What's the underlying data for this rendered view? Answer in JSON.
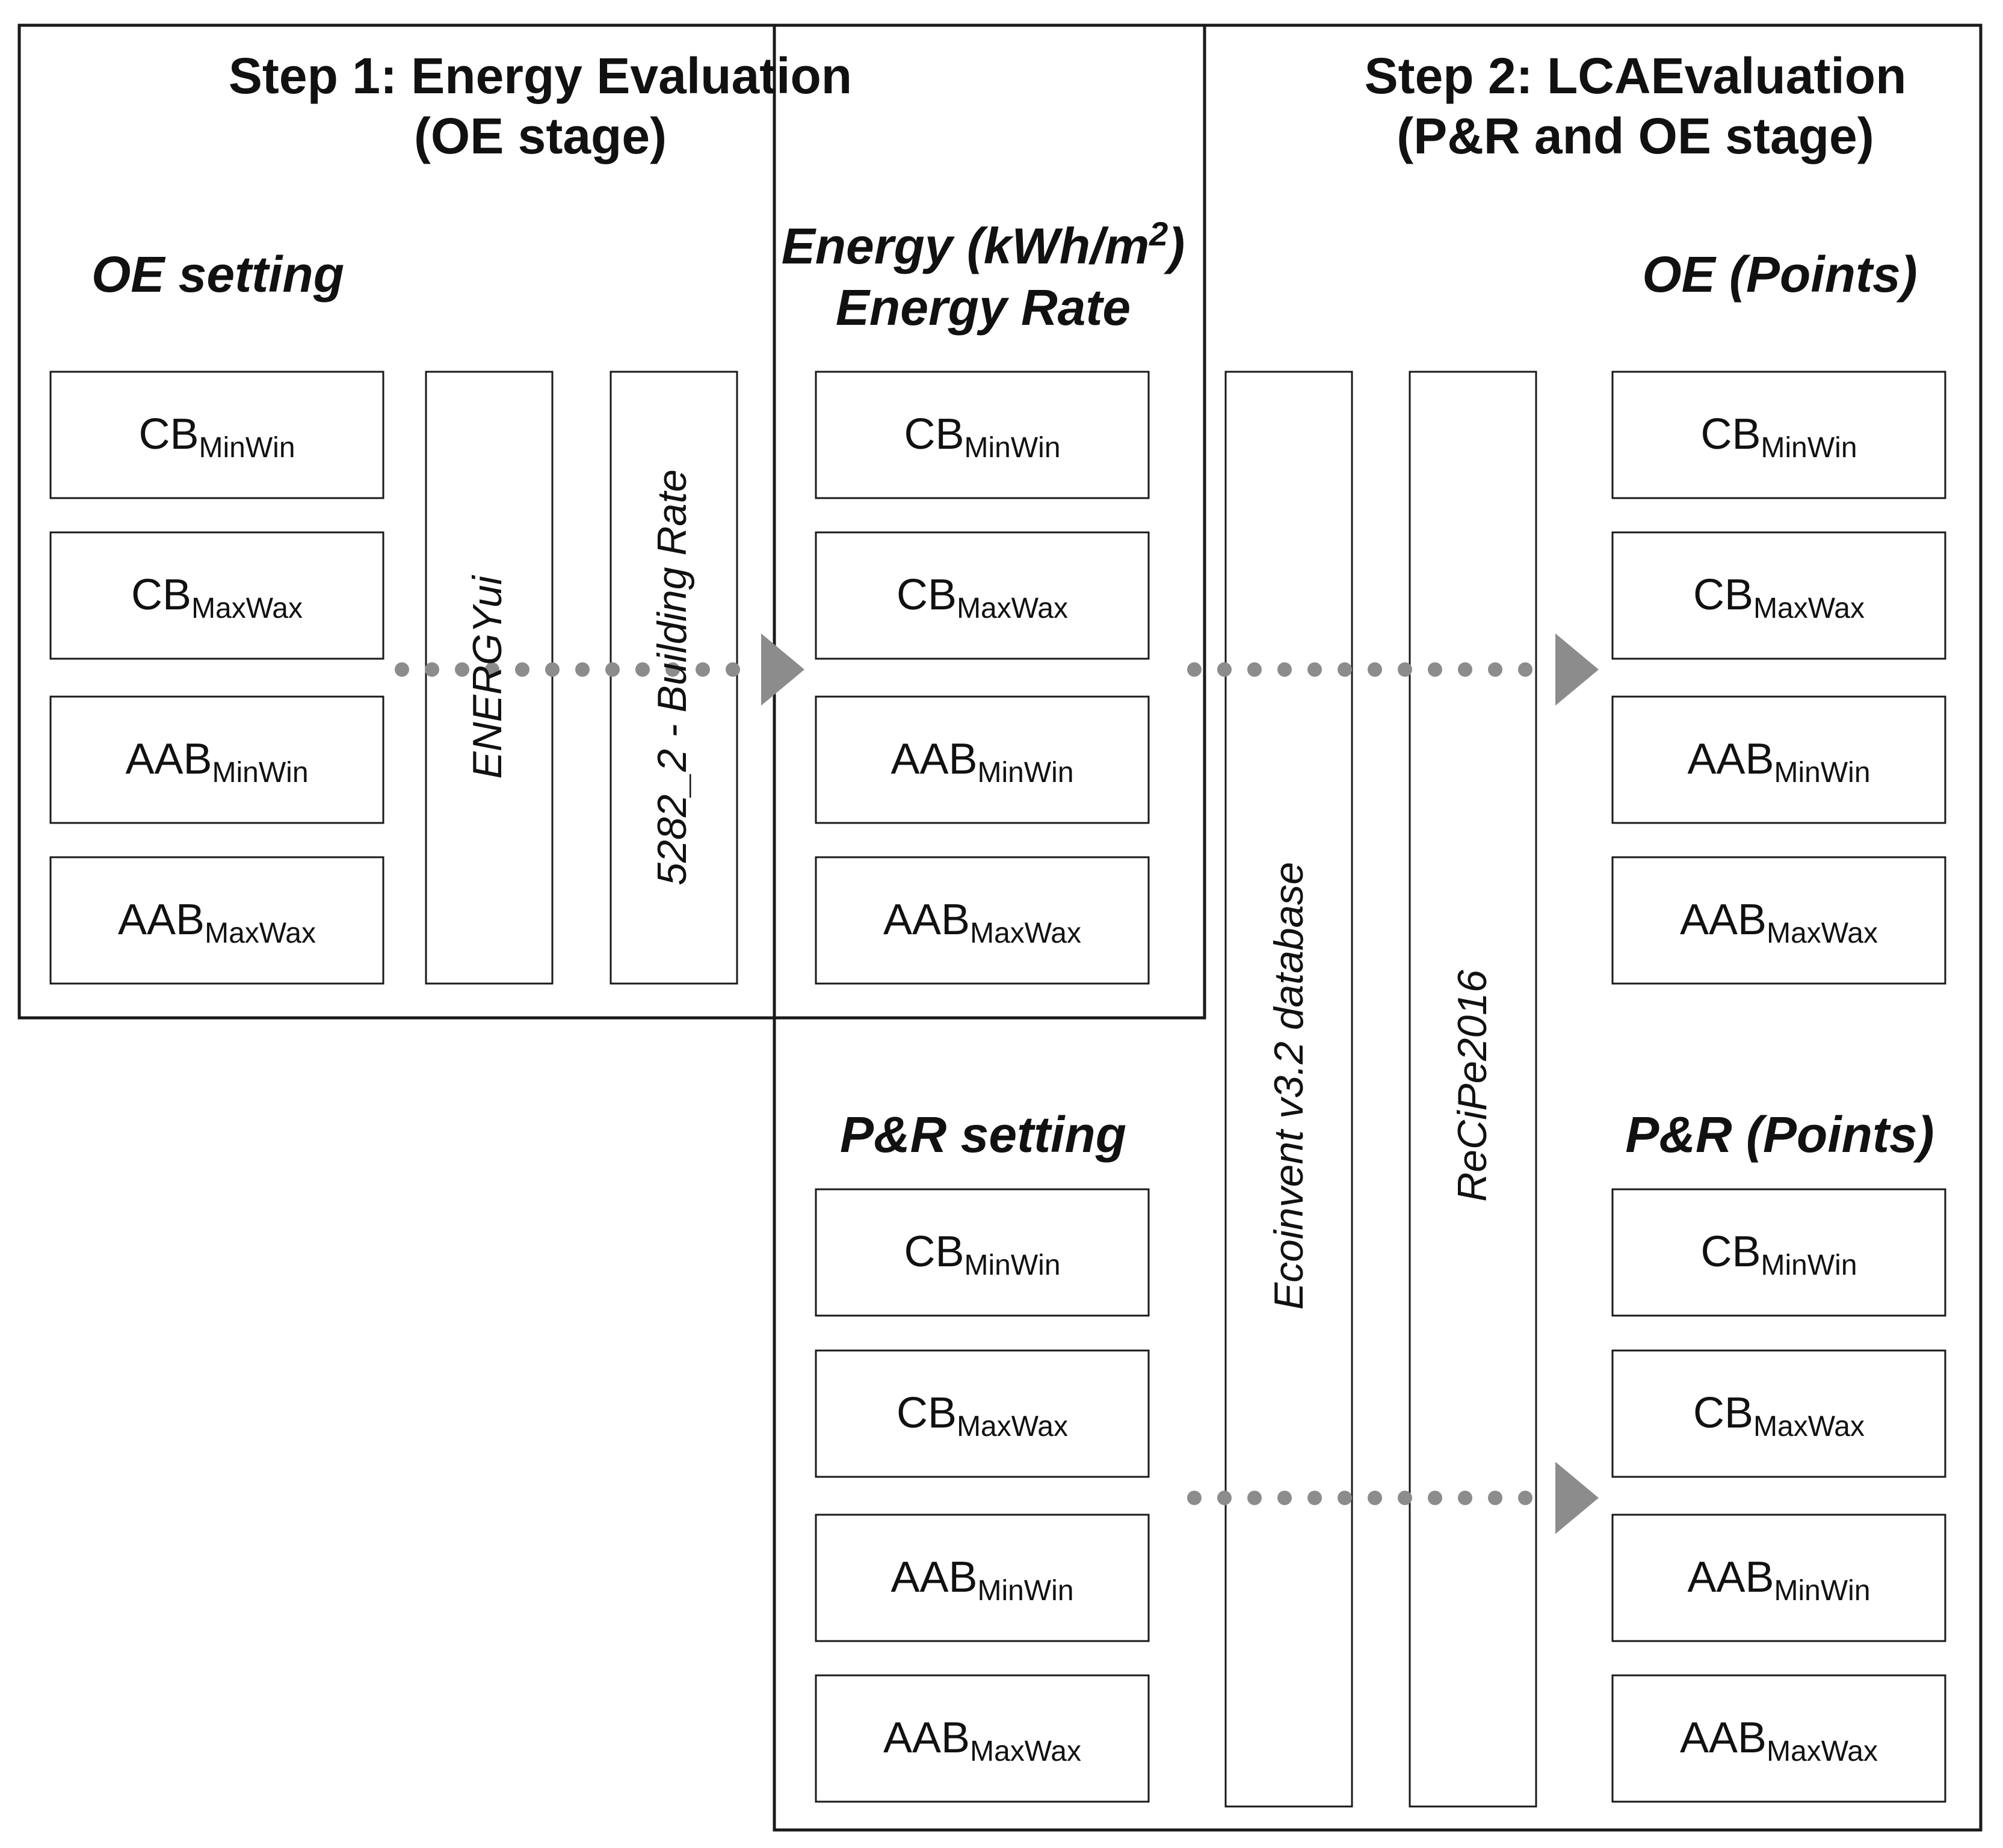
{
  "step1": {
    "title_line1": "Step 1: Energy Evaluation",
    "title_line2": "(OE stage)"
  },
  "step2": {
    "title_line1": "Step 2: LCAEvaluation",
    "title_line2": "(P&R and OE stage)"
  },
  "headers": {
    "oe_setting": "OE setting",
    "energy_line1_pre": "Energy (kWh/m",
    "energy_sup": "2",
    "energy_line1_post": ")",
    "energy_line2": "Energy Rate",
    "oe_points": "OE (Points)",
    "pr_setting": "P&R setting",
    "pr_points": "P&R (Points)"
  },
  "tools": {
    "energyui": "ENERGYui",
    "building_rate": "5282_2 - Building Rate",
    "ecoinvent": "Ecoinvent v3.2 database",
    "recipe": "ReCiPe2016"
  },
  "items": [
    {
      "base": "CB",
      "sub": "MinWin"
    },
    {
      "base": "CB",
      "sub": "MaxWax"
    },
    {
      "base": "AAB",
      "sub": "MinWin"
    },
    {
      "base": "AAB",
      "sub": "MaxWax"
    }
  ]
}
